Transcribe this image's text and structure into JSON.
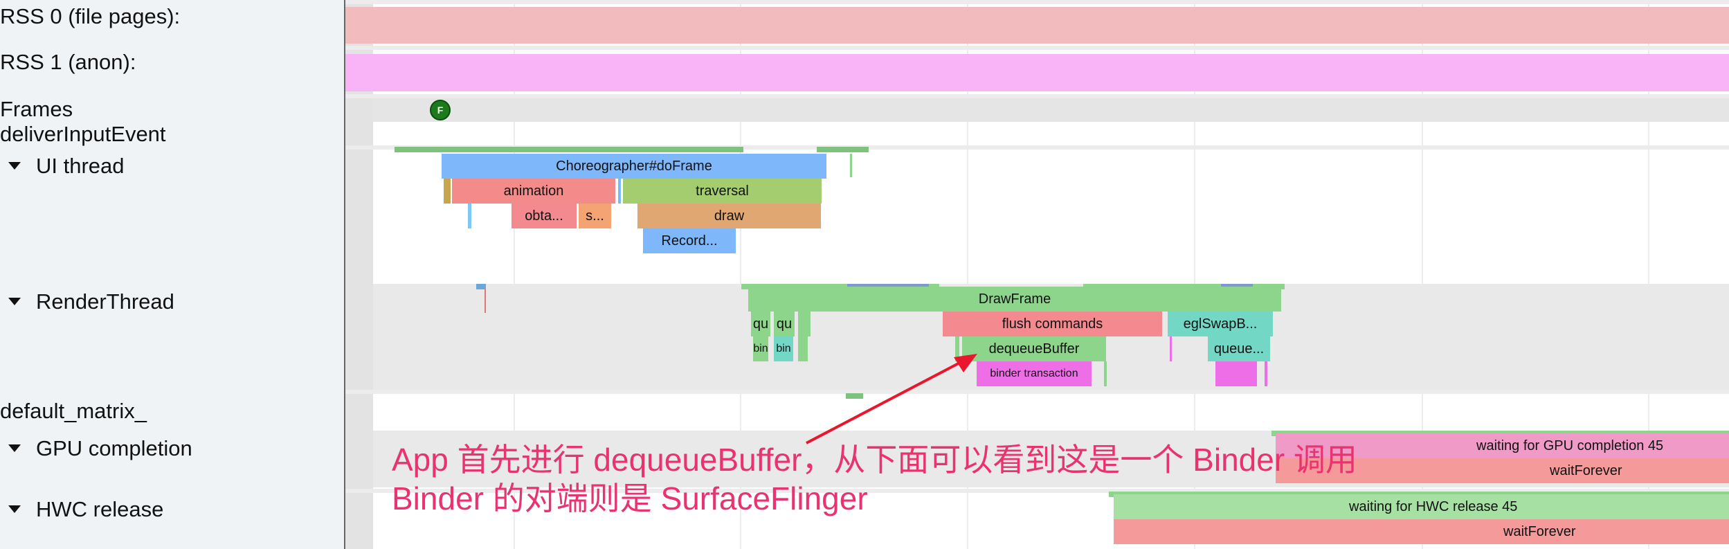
{
  "tracks": {
    "rss0": "RSS 0 (file pages):",
    "rss1": "RSS 1 (anon):",
    "frames": "Frames",
    "deliver_input": "deliverInputEvent",
    "ui_thread": "UI thread",
    "render_thread": "RenderThread",
    "default_matrix": "default_matrix_",
    "gpu_completion": "GPU completion",
    "hwc_release": "HWC release"
  },
  "frame_marker": "F",
  "slices": {
    "choreographer": "Choreographer#doFrame",
    "animation": "animation",
    "traversal": "traversal",
    "obta": "obta...",
    "s": "s...",
    "draw": "draw",
    "record": "Record...",
    "drawframe": "DrawFrame",
    "qu1": "qu",
    "qu2": "qu",
    "flush": "flush commands",
    "eglswap": "eglSwapB...",
    "bin1": "bin",
    "bin2": "bin",
    "dequeue": "dequeueBuffer",
    "queue": "queue...",
    "binder_tx": "binder transaction",
    "wait_gpu": "waiting for GPU completion 45",
    "waitforever1": "waitForever",
    "wait_hwc": "waiting for HWC release 45",
    "waitforever2": "waitForever"
  },
  "colors": {
    "rss0": "#f2bbbe",
    "rss1": "#f8b4f6",
    "blue": "#7fb7fb",
    "salmon": "#f48b8b",
    "green_light": "#a4cd6f",
    "pink": "#f28a8f",
    "tan": "#e1a772",
    "green": "#8ed58c",
    "teal": "#72d7c5",
    "magenta": "#ee6ee8",
    "annotation": "#e8336f"
  },
  "annotation": {
    "line1": "App 首先进行 dequeueBuffer，从下面可以看到这是一个 Binder 调用",
    "line2": "Binder 的对端则是 SurfaceFlinger"
  }
}
